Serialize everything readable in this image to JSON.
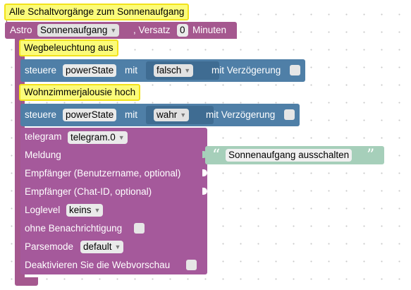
{
  "comments": {
    "top": "Alle Schaltvorgänge zum Sonnenaufgang",
    "walkway": "Wegbeleuchtung aus",
    "blinds": "Wohnzimmerjalousie hoch"
  },
  "astro": {
    "label": "Astro",
    "event": "Sonnenaufgang",
    "offset_label": ", Versatz",
    "offset_value": "0",
    "unit": "Minuten"
  },
  "control1": {
    "label": "steuere",
    "object": "powerState",
    "with_label": "mit",
    "value": "falsch",
    "delay_label": "mit Verzögerung"
  },
  "control2": {
    "label": "steuere",
    "object": "powerState",
    "with_label": "mit",
    "value": "wahr",
    "delay_label": "mit Verzögerung"
  },
  "telegram": {
    "label": "telegram",
    "instance": "telegram.0",
    "message_label": "Meldung",
    "message_text": "Sonnenaufgang ausschalten",
    "recipient_user_label": "Empfänger (Benutzername, optional)",
    "recipient_chat_label": "Empfänger (Chat-ID, optional)",
    "loglevel_label": "Loglevel",
    "loglevel_value": "keins",
    "no_notification_label": "ohne Benachrichtigung",
    "parsemode_label": "Parsemode",
    "parsemode_value": "default",
    "disable_preview_label": "Deaktivieren Sie die Webvorschau"
  },
  "glyphs": {
    "dropdown": "▼",
    "quote_open": "“",
    "quote_close": "”"
  },
  "colors": {
    "astro": "#a5588f",
    "control": "#4f7fa7",
    "telegram": "#a5599b",
    "text_block": "#a6cfba",
    "comment": "#fbfb7a"
  }
}
